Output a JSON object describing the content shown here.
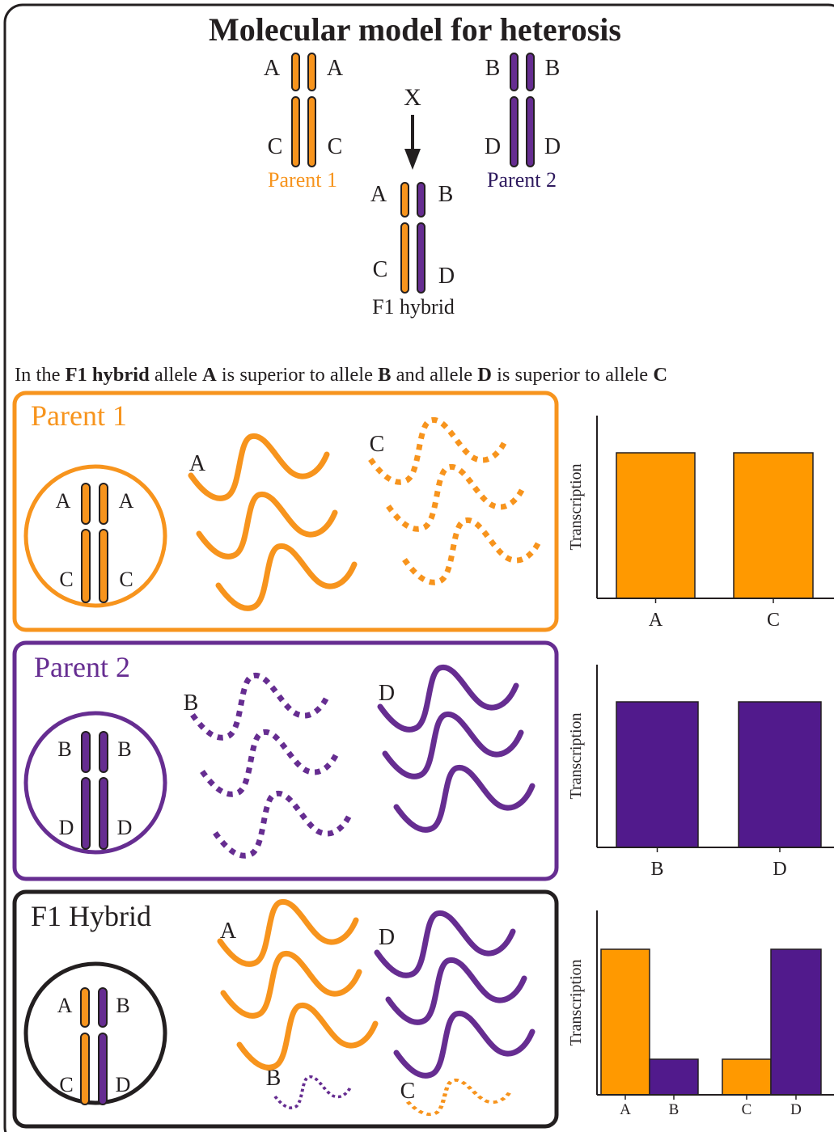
{
  "title": "Molecular model for heterosis",
  "colors": {
    "orange": "#F7941D",
    "bar_orange": "#FF9900",
    "purple": "#662D91",
    "bar_purple": "#511A8C",
    "black": "#231F20"
  },
  "top": {
    "cross_symbol": "X",
    "parent1": {
      "label": "Parent 1",
      "upper_left": "A",
      "upper_right": "A",
      "lower_left": "C",
      "lower_right": "C"
    },
    "parent2": {
      "label": "Parent 2",
      "upper_left": "B",
      "upper_right": "B",
      "lower_left": "D",
      "lower_right": "D"
    },
    "f1": {
      "label": "F1 hybrid",
      "upper_left": "A",
      "upper_right": "B",
      "lower_left": "C",
      "lower_right": "D"
    }
  },
  "statement": {
    "t1": "In the ",
    "b1": "F1 hybrid",
    "t2": " allele ",
    "b2": "A",
    "t3": " is superior to allele ",
    "b3": "B",
    "t4": " and allele ",
    "b4": "D",
    "t5": " is superior to allele ",
    "b5": "C"
  },
  "panels": [
    {
      "title": "Parent 1",
      "cell": {
        "ul": "A",
        "ur": "A",
        "ll": "C",
        "lr": "C"
      },
      "transcript_labels": {
        "left": "A",
        "right": "C"
      }
    },
    {
      "title": "Parent 2",
      "cell": {
        "ul": "B",
        "ur": "B",
        "ll": "D",
        "lr": "D"
      },
      "transcript_labels": {
        "left": "B",
        "right": "D"
      }
    },
    {
      "title": "F1 Hybrid",
      "cell": {
        "ul": "A",
        "ur": "B",
        "ll": "C",
        "lr": "D"
      },
      "transcript_labels": {
        "a": "A",
        "d": "D",
        "b": "B",
        "c": "C"
      }
    }
  ],
  "chart_data": [
    {
      "type": "bar",
      "ylabel": "Transcription",
      "categories": [
        "A",
        "C"
      ],
      "values": [
        0.9,
        0.9
      ],
      "colors": [
        "orange",
        "orange"
      ]
    },
    {
      "type": "bar",
      "ylabel": "Transcription",
      "categories": [
        "B",
        "D"
      ],
      "values": [
        0.9,
        0.9
      ],
      "colors": [
        "purple",
        "purple"
      ]
    },
    {
      "type": "bar",
      "ylabel": "Transcription",
      "categories": [
        "A",
        "B",
        "C",
        "D"
      ],
      "values": [
        0.9,
        0.22,
        0.22,
        0.9
      ],
      "colors": [
        "orange",
        "purple",
        "orange",
        "purple"
      ]
    }
  ]
}
